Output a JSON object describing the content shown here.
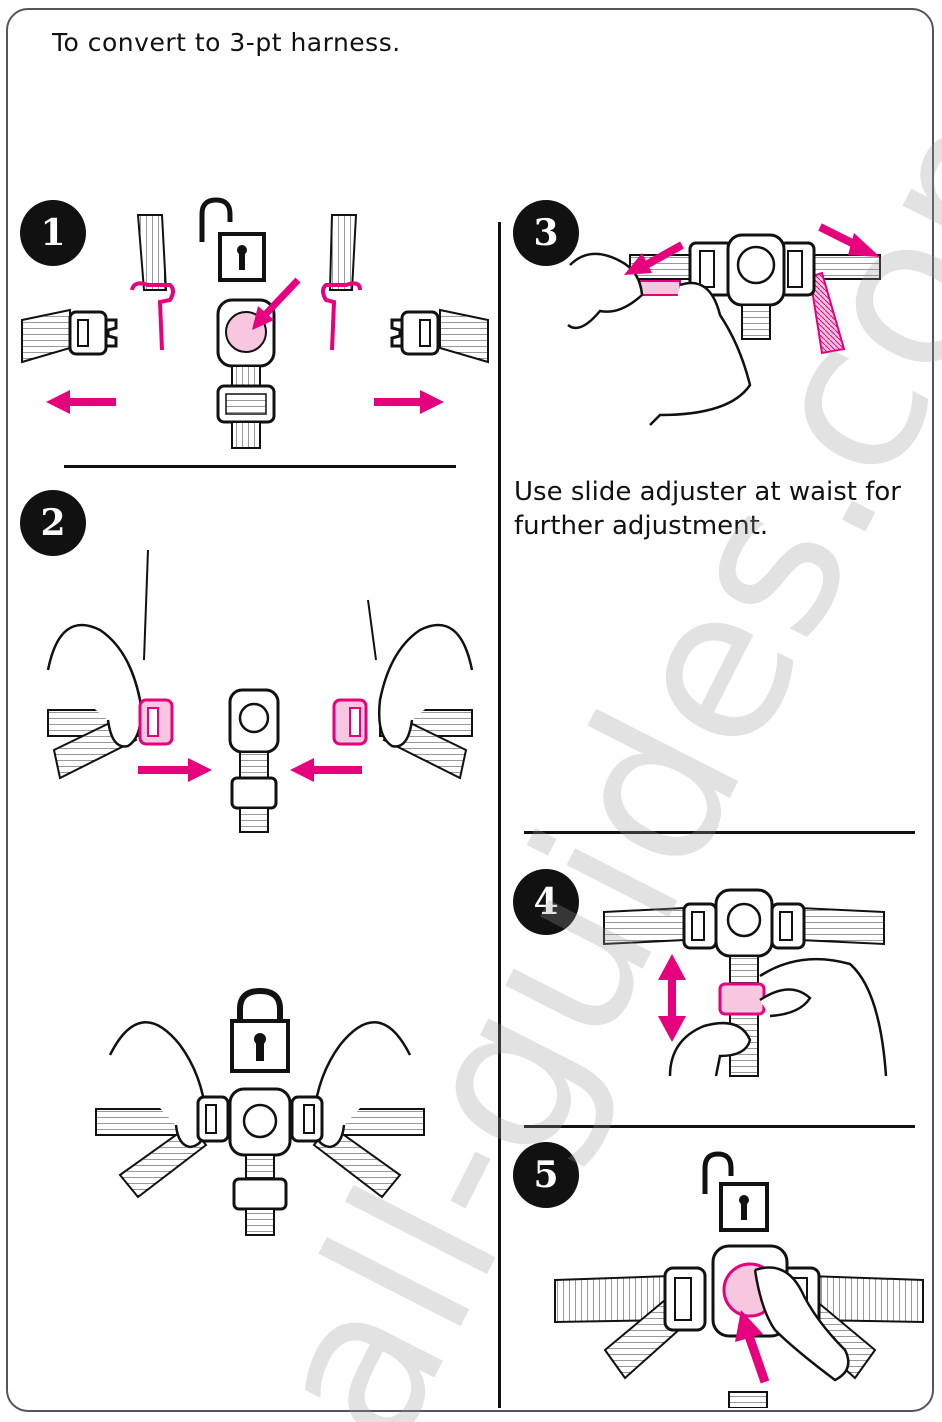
{
  "intro": "To convert to 3-pt harness.",
  "steps": [
    "1",
    "2",
    "3",
    "4",
    "5"
  ],
  "caption": "Use slide adjuster at waist for further adjustment.",
  "watermark": "all-guides.com",
  "colors": {
    "accent": "#e6007e",
    "accent_light": "#f7c6df",
    "ink": "#111111",
    "frame": "#555555"
  },
  "icons": {
    "unlocked": "padlock-open-icon",
    "locked": "padlock-closed-icon"
  }
}
